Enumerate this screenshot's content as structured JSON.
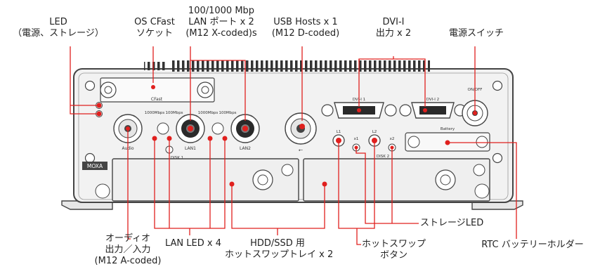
{
  "brand": "MOXA",
  "colors": {
    "callout": "#e0201e",
    "device_body": "#f1f1f1",
    "device_edge": "#444444",
    "led": "#e0201e"
  },
  "callouts_top": {
    "led": [
      "LED",
      "（電源、ストレージ）"
    ],
    "cfast": [
      "OS CFast",
      "ソケット"
    ],
    "lan": [
      "100/1000 Mbp",
      "LAN ポート x 2",
      "(M12 X-coded)s"
    ],
    "usb": [
      "USB Hosts x 1",
      "(M12 D-coded)"
    ],
    "dvi": [
      "DVI-I",
      "出力 x 2"
    ],
    "power": [
      "電源スイッチ"
    ]
  },
  "callouts_bottom": {
    "audio": [
      "オーディオ",
      "出力／入力",
      "(M12 A-coded)"
    ],
    "lan_led": [
      "LAN LED x 4"
    ],
    "hdd": [
      "HDD/SSD 用",
      "ホットスワップトレイ x 2"
    ],
    "hotswap": [
      "ホットスワップ",
      "ボタン"
    ],
    "storage_led": [
      "ストレージLED"
    ],
    "rtc": [
      "RTC バッテリーホルダー"
    ]
  },
  "panel_labels": {
    "cfast": "CFast",
    "audio": "Audio",
    "lan1000a": "1000Mbps",
    "lan100a": "100Mbps",
    "lan1000b": "1000Mbps",
    "lan100b": "100Mbps",
    "lan1": "LAN1",
    "lan2": "LAN2",
    "disk1": "DISK 1",
    "disk2": "DISK 2",
    "dvi1": "DVI-I 1",
    "dvi2": "DVI-I 2",
    "onoff": "ON/OFF",
    "battery": "Battery",
    "l1": "L1",
    "l2": "L2",
    "x1": "x1",
    "x2": "x2"
  }
}
